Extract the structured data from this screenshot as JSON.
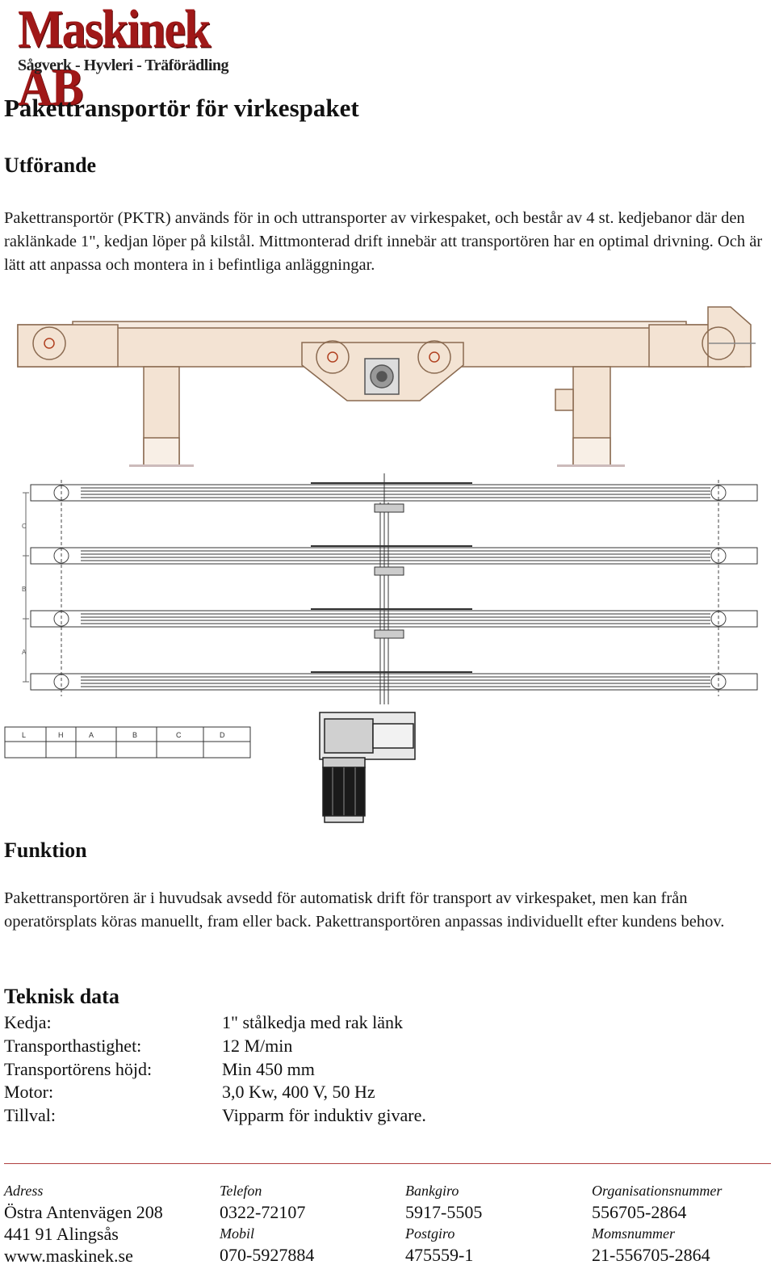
{
  "logo": {
    "name": "Maskinek AB",
    "tagline": "Sågverk - Hyvleri - Träförädling"
  },
  "title": "Pakettransportör för virkespaket",
  "sections": {
    "utforande": {
      "heading": "Utförande",
      "text": "Pakettransportör (PKTR) används för in och uttransporter av virkespaket, och består av 4 st. kedjebanor där den raklänkade 1\",  kedjan löper på kilstål. Mittmonterad drift innebär att transportören har en optimal drivning. Och är lätt att anpassa och montera in i befintliga anläggningar."
    },
    "funktion": {
      "heading": "Funktion",
      "text": "Pakettransportören är i huvudsak avsedd för automatisk drift för transport av virkespaket, men kan från operatörsplats köras manuellt, fram eller back. Pakettransportören anpassas individuellt efter kundens behov."
    },
    "teknisk": {
      "heading": "Teknisk data",
      "rows": [
        {
          "key": "Kedja:",
          "value": "1\" stålkedja med rak länk"
        },
        {
          "key": "Transporthastighet:",
          "value": "12 M/min"
        },
        {
          "key": "Transportörens höjd:",
          "value": "Min 450 mm"
        },
        {
          "key": "Motor:",
          "value": "3,0 Kw, 400 V, 50 Hz"
        },
        {
          "key": "Tillval:",
          "value": "Vipparm för induktiv givare."
        }
      ]
    }
  },
  "drawing": {
    "dim_table_headers": [
      "L",
      "H",
      "A",
      "B",
      "C",
      "D"
    ],
    "dim_labels": [
      "C",
      "B",
      "A"
    ]
  },
  "footer": {
    "columns": [
      {
        "label1": "Adress",
        "value1": "Östra Antenvägen 208",
        "label2": "",
        "value2": "441 91 Alingsås",
        "value3": "www.maskinek.se"
      },
      {
        "label1": "Telefon",
        "value1": "0322-72107",
        "label2": "Mobil",
        "value2": "",
        "value3": "070-5927884"
      },
      {
        "label1": "Bankgiro",
        "value1": "5917-5505",
        "label2": "Postgiro",
        "value2": "",
        "value3": "475559-1"
      },
      {
        "label1": "Organisationsnummer",
        "value1": "556705-2864",
        "label2": "Momsnummer",
        "value2": "",
        "value3": "21-556705-2864"
      }
    ]
  },
  "colors": {
    "logo_red": "#a01818",
    "frame_fill": "#f3e3d3",
    "frame_stroke": "#8a6a50",
    "rule": "#b04040"
  }
}
